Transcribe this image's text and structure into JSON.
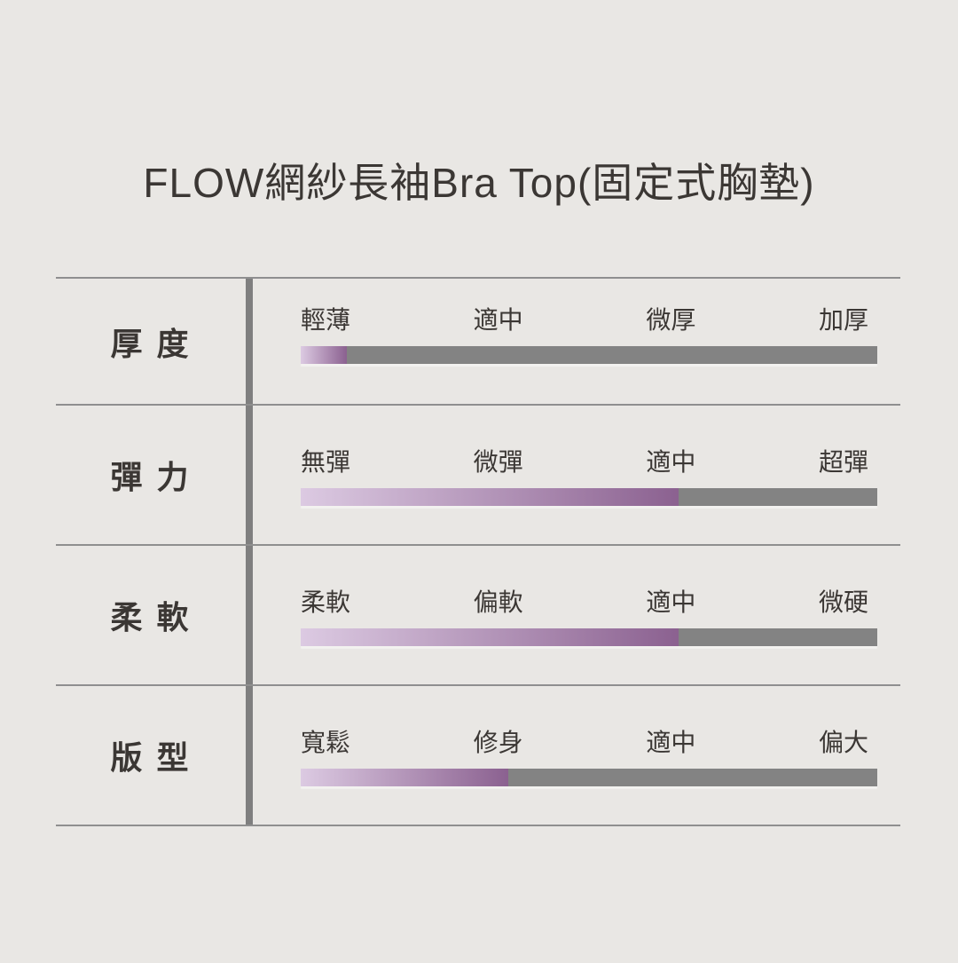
{
  "title": "FLOW網紗長袖Bra Top(固定式胸墊)",
  "rows": [
    {
      "label": "厚 度",
      "scale": [
        "輕薄",
        "適中",
        "微厚",
        "加厚"
      ],
      "value_percent": 8
    },
    {
      "label": "彈 力",
      "scale": [
        "無彈",
        "微彈",
        "適中",
        "超彈"
      ],
      "value_percent": 65.5
    },
    {
      "label": "柔 軟",
      "scale": [
        "柔軟",
        "偏軟",
        "適中",
        "微硬"
      ],
      "value_percent": 65.5
    },
    {
      "label": "版 型",
      "scale": [
        "寬鬆",
        "修身",
        "適中",
        "偏大"
      ],
      "value_percent": 36
    }
  ],
  "colors": {
    "background": "#e9e7e4",
    "text": "#3b3734",
    "grid_line": "#8f8f8f",
    "column_divider": "#7f7f7f",
    "bar_track": "#838383",
    "bar_fill_gradient_start": "#dccae2",
    "bar_fill_gradient_end": "#8b6190"
  },
  "chart_data": {
    "type": "bar",
    "title": "FLOW網紗長袖Bra Top(固定式胸墊)",
    "orientation": "horizontal",
    "categories": [
      "厚度",
      "彈力",
      "柔軟",
      "版型"
    ],
    "values": [
      8,
      65.5,
      65.5,
      36
    ],
    "value_unit": "percent of full scale bar filled",
    "scale_labels": [
      [
        "輕薄",
        "適中",
        "微厚",
        "加厚"
      ],
      [
        "無彈",
        "微彈",
        "適中",
        "超彈"
      ],
      [
        "柔軟",
        "偏軟",
        "適中",
        "微硬"
      ],
      [
        "寬鬆",
        "修身",
        "適中",
        "偏大"
      ]
    ],
    "xlim": [
      0,
      100
    ],
    "legend": "none",
    "grid": "row separators only"
  }
}
